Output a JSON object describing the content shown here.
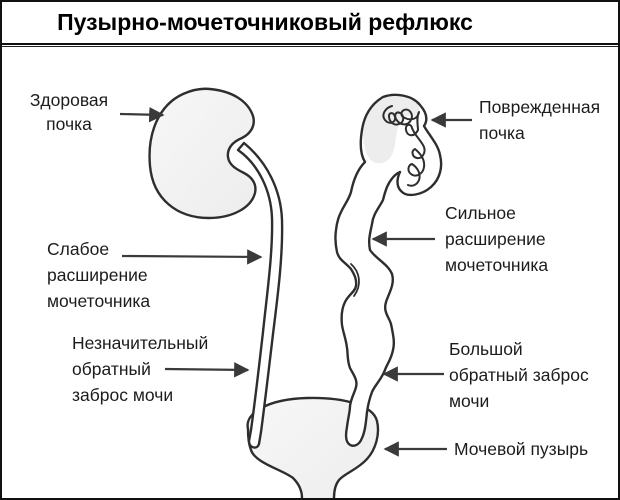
{
  "title": "Пузырно-мочеточниковый рефлюкс",
  "labels": {
    "healthy_kidney": "Здоровая\nпочка",
    "mild_ureter_dilation": "Слабое\nрасширение\nмочеточника",
    "minor_urine_reflux": "Незначительный\nобратный\nзаброс мочи",
    "damaged_kidney": "Поврежденная\nпочка",
    "severe_ureter_dilation": "Сильное\nрасширение\nмочеточника",
    "major_urine_reflux": "Большой\nобратный заброс\nмочи",
    "bladder": "Мочевой пузырь"
  },
  "colors": {
    "outline": "#2e2e2e",
    "organ-fill": "#ededed",
    "organ-fill-light": "#f7f7f7",
    "arrow": "#3a3a3a",
    "border": "#111111",
    "text": "#1c1c1c",
    "background": "#ffffff"
  }
}
